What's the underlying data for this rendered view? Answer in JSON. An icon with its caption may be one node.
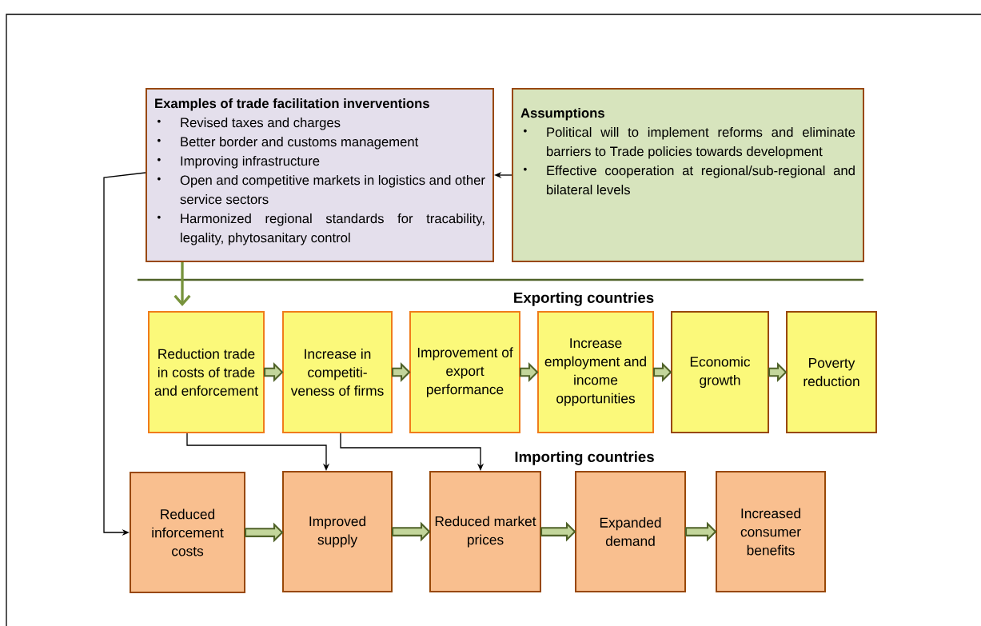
{
  "diagram": {
    "nodes": [
      {
        "text": [
          "Examples of trade facilitation inverventions",
          "Revised taxes and charges",
          "Better border and customs management",
          "Improving infrastructure",
          "Open and competitive markets in logistics and other service sectors",
          "Harmonized regional standards for tracability, legality, phytosanitary control"
        ]
      },
      {
        "text": [
          "Assumptions",
          "Political will to implement reforms and eliminate barriers to Trade policies towards development",
          "Effective cooperation at regional/sub-regional and bilateral levels"
        ]
      },
      {
        "text": [
          "Reduction trade in costs of trade and enforcement"
        ]
      },
      {
        "text": [
          "Increase in competiti-veness of firms"
        ]
      },
      {
        "text": [
          "Improvement of export performance"
        ]
      },
      {
        "text": [
          "Increase employment and income opportunities"
        ]
      },
      {
        "text": [
          "Economic growth"
        ]
      },
      {
        "text": [
          "Poverty reduction"
        ]
      },
      {
        "text": [
          "Reduced inforcement costs"
        ]
      },
      {
        "text": [
          "Improved supply"
        ]
      },
      {
        "text": [
          "Reduced market prices"
        ]
      },
      {
        "text": [
          "Expanded demand"
        ]
      },
      {
        "text": [
          "Increased consumer benefits"
        ]
      }
    ],
    "edges": [
      {
        "from": 1,
        "to": 0,
        "arrow": "to",
        "color": "#000000"
      },
      {
        "from": 0,
        "to": 2,
        "arrow": "to",
        "style": "thick",
        "color": "#77933c"
      },
      {
        "from": 0,
        "to": 8,
        "arrow": "to",
        "color": "#000000"
      },
      {
        "from": 2,
        "to": 3,
        "arrow": "to"
      },
      {
        "from": 3,
        "to": 4,
        "arrow": "to"
      },
      {
        "from": 4,
        "to": 5,
        "arrow": "to"
      },
      {
        "from": 5,
        "to": 6,
        "arrow": "to"
      },
      {
        "from": 6,
        "to": 7,
        "arrow": "to"
      },
      {
        "from": 2,
        "to": 9,
        "arrow": "to",
        "color": "#000000"
      },
      {
        "from": 3,
        "to": 10,
        "arrow": "to",
        "color": "#000000"
      },
      {
        "from": 8,
        "to": 9,
        "arrow": "to"
      },
      {
        "from": 9,
        "to": 10,
        "arrow": "to"
      },
      {
        "from": 10,
        "to": 11,
        "arrow": "to"
      },
      {
        "from": 11,
        "to": 12,
        "arrow": "to"
      }
    ],
    "labels": [
      "Exporting countries",
      "Importing countries"
    ]
  }
}
